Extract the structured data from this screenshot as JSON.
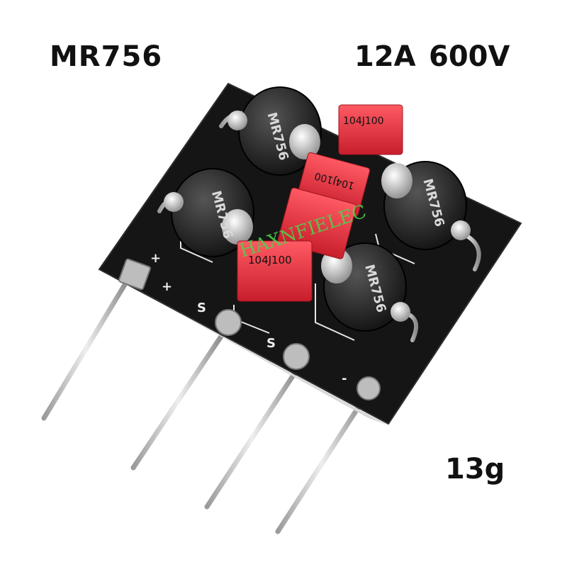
{
  "captions": {
    "part_number": "MR756",
    "current_rating": "12A",
    "voltage_rating": "600V",
    "weight": "13g"
  },
  "watermark": "HAXNFIELEC",
  "components": {
    "diode_marking": "MR756",
    "capacitor_marking": "104J100"
  },
  "silkscreen": {
    "positive": "+",
    "ac1": "S",
    "ac2": "S",
    "negative": "-"
  },
  "colors": {
    "board": "#151515",
    "capacitor": "#e8303d",
    "diode_body": "#2a2a2a",
    "lead": "#c9c9c9",
    "watermark": "#4bd44b"
  }
}
